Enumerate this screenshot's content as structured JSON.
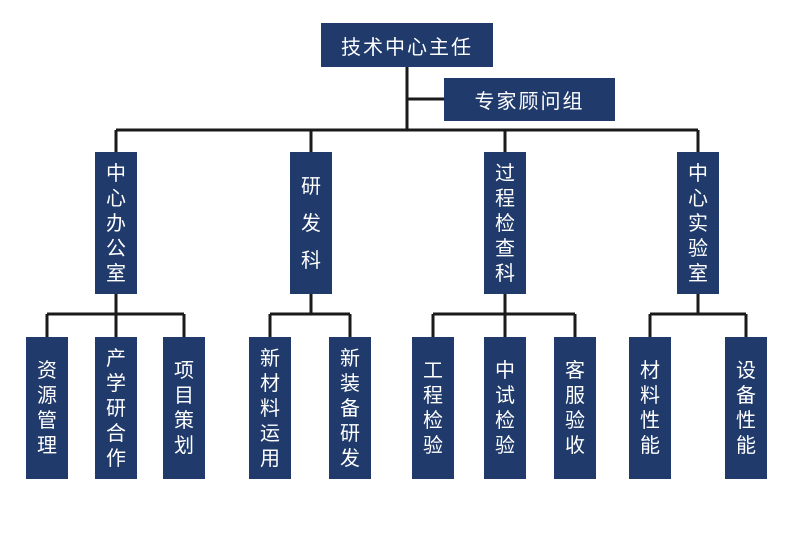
{
  "chart_data": {
    "type": "org-chart",
    "root": "技术中心主任",
    "advisory": "专家顾问组",
    "departments": [
      {
        "name": "中心办公室",
        "units": [
          "资源管理",
          "产学研合作",
          "项目策划"
        ]
      },
      {
        "name": "研发科",
        "units": [
          "新材料运用",
          "新装备研发"
        ]
      },
      {
        "name": "过程检查科",
        "units": [
          "工程检验",
          "中试检验",
          "客服验收"
        ]
      },
      {
        "name": "中心实验室",
        "units": [
          "材料性能",
          "设备性能"
        ]
      }
    ]
  },
  "colors": {
    "box": "#1f3a6b",
    "line": "#1a1a1a",
    "text": "#ffffff"
  }
}
